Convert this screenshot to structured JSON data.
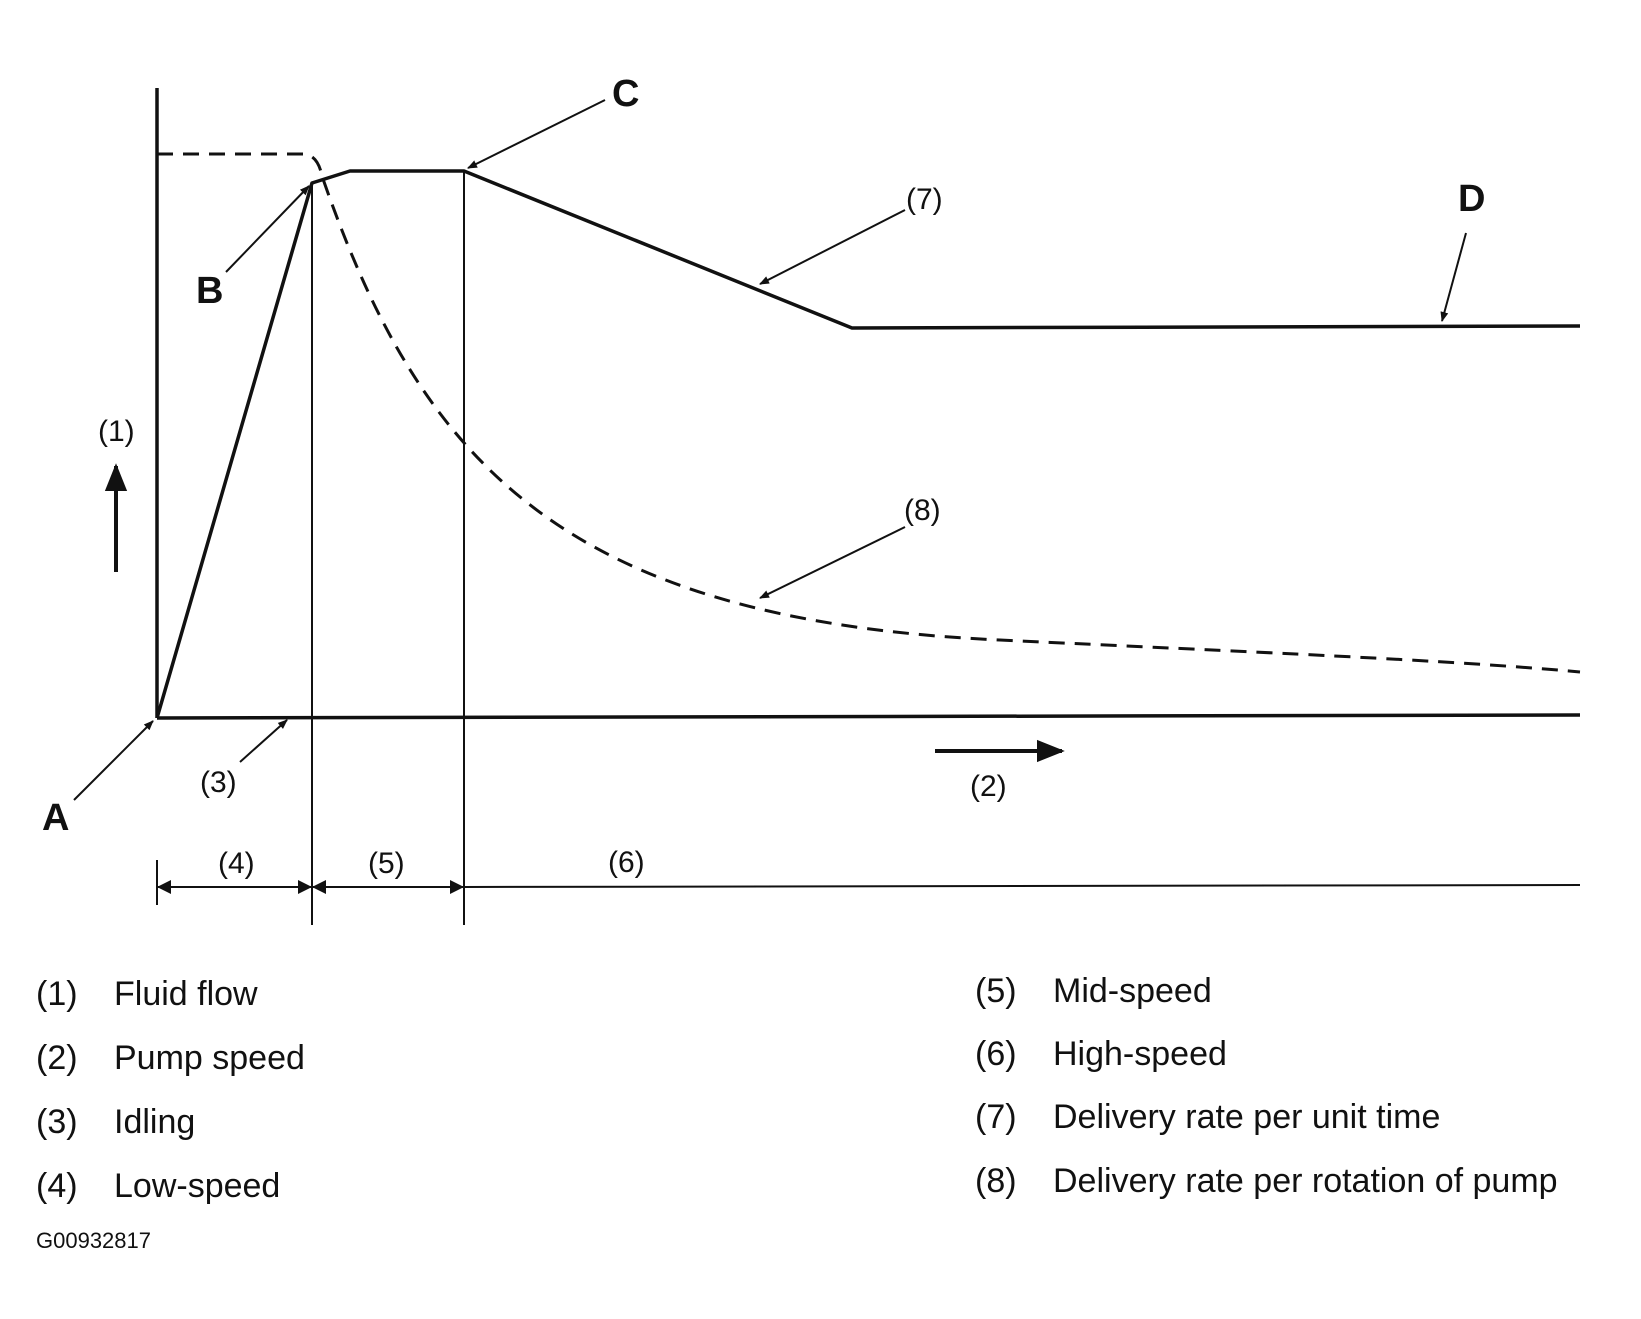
{
  "diagram": {
    "points": {
      "a": "A",
      "b": "B",
      "c": "C",
      "d": "D"
    },
    "callouts": {
      "c1": "(1)",
      "c2": "(2)",
      "c3": "(3)",
      "c4": "(4)",
      "c5": "(5)",
      "c6": "(6)",
      "c7": "(7)",
      "c8": "(8)"
    }
  },
  "legend": [
    {
      "num": "(1)",
      "text": "Fluid flow"
    },
    {
      "num": "(2)",
      "text": "Pump speed"
    },
    {
      "num": "(3)",
      "text": "Idling"
    },
    {
      "num": "(4)",
      "text": "Low-speed"
    },
    {
      "num": "(5)",
      "text": "Mid-speed"
    },
    {
      "num": "(6)",
      "text": "High-speed"
    },
    {
      "num": "(7)",
      "text": "Delivery rate per unit time"
    },
    {
      "num": "(8)",
      "text": "Delivery rate per rotation of pump"
    }
  ],
  "figure_code": "G00932817"
}
